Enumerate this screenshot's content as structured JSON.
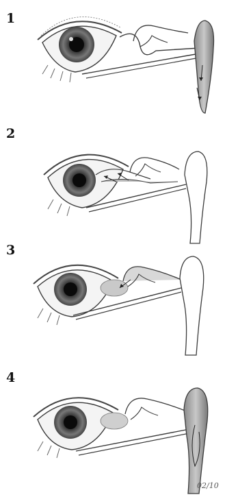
{
  "panels": [
    {
      "number": "1"
    },
    {
      "number": "2"
    },
    {
      "number": "3"
    },
    {
      "number": "4"
    }
  ],
  "signature": "02/10",
  "colors": {
    "pencil": "#3a3a3a",
    "shade": "#9a9a9a",
    "fluid": "#b8b8b8",
    "paper": "#ffffff"
  }
}
